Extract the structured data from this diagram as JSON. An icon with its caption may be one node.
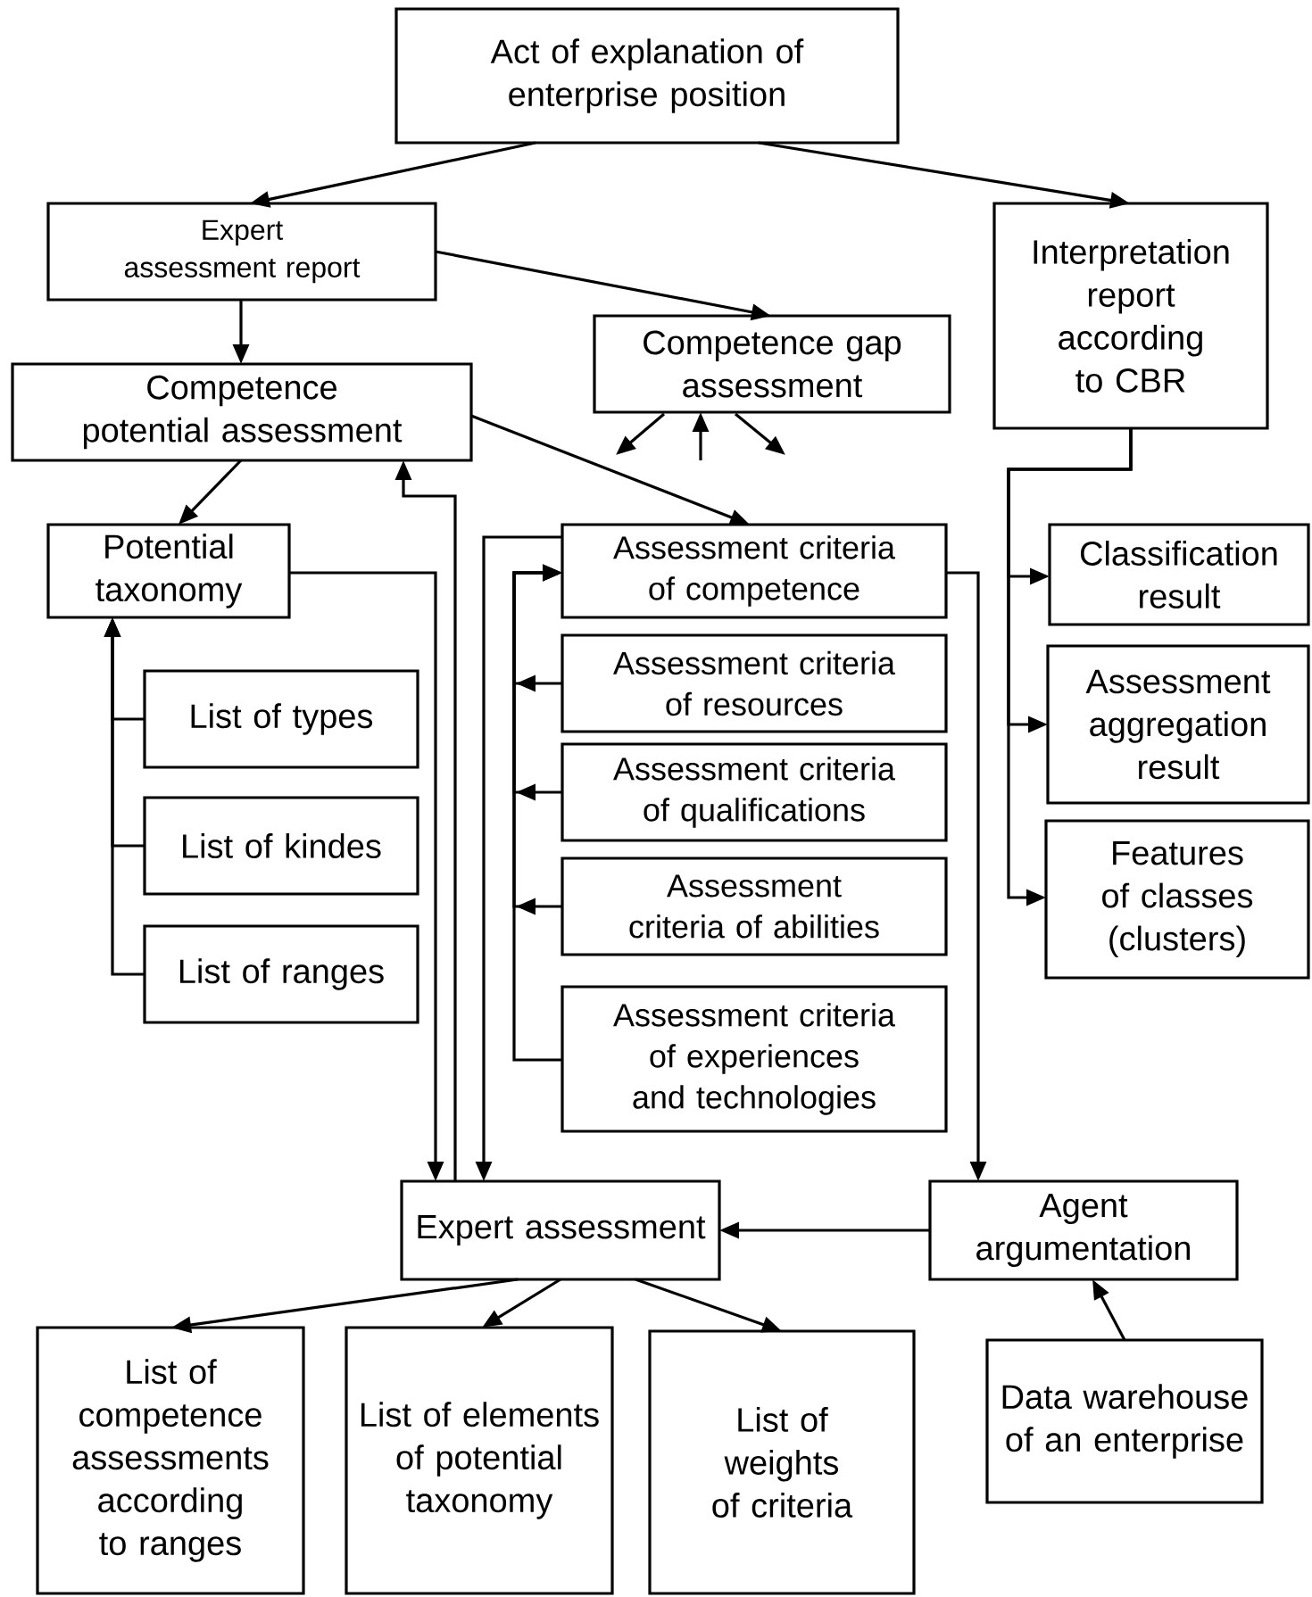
{
  "diagram": {
    "nodes": [
      {
        "text": [
          "Act of explanation of enterprise position"
        ]
      },
      {
        "text": [
          "Expert assessment report"
        ]
      },
      {
        "text": [
          "Interpretation report according to CBR"
        ]
      },
      {
        "text": [
          "Competence gap assessment"
        ]
      },
      {
        "text": [
          "Competence potential assessment"
        ]
      },
      {
        "text": [
          "Potential taxonomy"
        ]
      },
      {
        "text": [
          "Assessment criteria of competence"
        ]
      },
      {
        "text": [
          "Classification result"
        ]
      },
      {
        "text": [
          "List of types"
        ]
      },
      {
        "text": [
          "Assessment criteria of resources"
        ]
      },
      {
        "text": [
          "Assessment aggregation result"
        ]
      },
      {
        "text": [
          "List of kindes"
        ]
      },
      {
        "text": [
          "Assessment criteria of qualifications"
        ]
      },
      {
        "text": [
          "Features of classes (clusters)"
        ]
      },
      {
        "text": [
          "List of ranges"
        ]
      },
      {
        "text": [
          "Assessment criteria of abilities"
        ]
      },
      {
        "text": [
          "Assessment criteria of experiences and technologies"
        ]
      },
      {
        "text": [
          "Expert assessment"
        ]
      },
      {
        "text": [
          "Agent argumentation"
        ]
      },
      {
        "text": [
          "List of competence assessments according to ranges"
        ]
      },
      {
        "text": [
          "List of elements of potential taxonomy"
        ]
      },
      {
        "text": [
          "List of weights of criteria"
        ]
      },
      {
        "text": [
          "Data warehouse of an enterprise"
        ]
      }
    ],
    "edges": [
      {
        "from": 0,
        "to": 1,
        "arrow": "to"
      },
      {
        "from": 0,
        "to": 2,
        "arrow": "to"
      },
      {
        "from": 1,
        "to": 4,
        "arrow": "to"
      },
      {
        "from": 1,
        "to": 3,
        "arrow": "to"
      },
      {
        "from": 3,
        "to": null,
        "arrow": "to"
      },
      {
        "from": null,
        "to": 3,
        "arrow": "to"
      },
      {
        "from": 3,
        "to": null,
        "arrow": "to"
      },
      {
        "from": 4,
        "to": 5,
        "arrow": "to"
      },
      {
        "from": 4,
        "to": 6,
        "arrow": "to"
      },
      {
        "from": 2,
        "to": 7,
        "arrow": "to"
      },
      {
        "from": 2,
        "to": 10,
        "arrow": "to"
      },
      {
        "from": 2,
        "to": 13,
        "arrow": "to"
      },
      {
        "from": 5,
        "to": 17,
        "arrow": "to"
      },
      {
        "from": 17,
        "to": 4,
        "arrow": "to"
      },
      {
        "from": 6,
        "to": 17,
        "arrow": "to"
      },
      {
        "from": 8,
        "to": 5,
        "arrow": "to"
      },
      {
        "from": 11,
        "to": 5,
        "arrow": "to"
      },
      {
        "from": 14,
        "to": 5,
        "arrow": "to"
      },
      {
        "from": 9,
        "to": 6,
        "arrow": "to"
      },
      {
        "from": 12,
        "to": 6,
        "arrow": "to"
      },
      {
        "from": 15,
        "to": 6,
        "arrow": "to"
      },
      {
        "from": 16,
        "to": 6,
        "arrow": "to"
      },
      {
        "from": 6,
        "to": 18,
        "arrow": "to"
      },
      {
        "from": 18,
        "to": 17,
        "arrow": "to"
      },
      {
        "from": 22,
        "to": 18,
        "arrow": "to"
      },
      {
        "from": 17,
        "to": 19,
        "arrow": "to"
      },
      {
        "from": 17,
        "to": 20,
        "arrow": "to"
      },
      {
        "from": 17,
        "to": 21,
        "arrow": "to"
      }
    ]
  }
}
